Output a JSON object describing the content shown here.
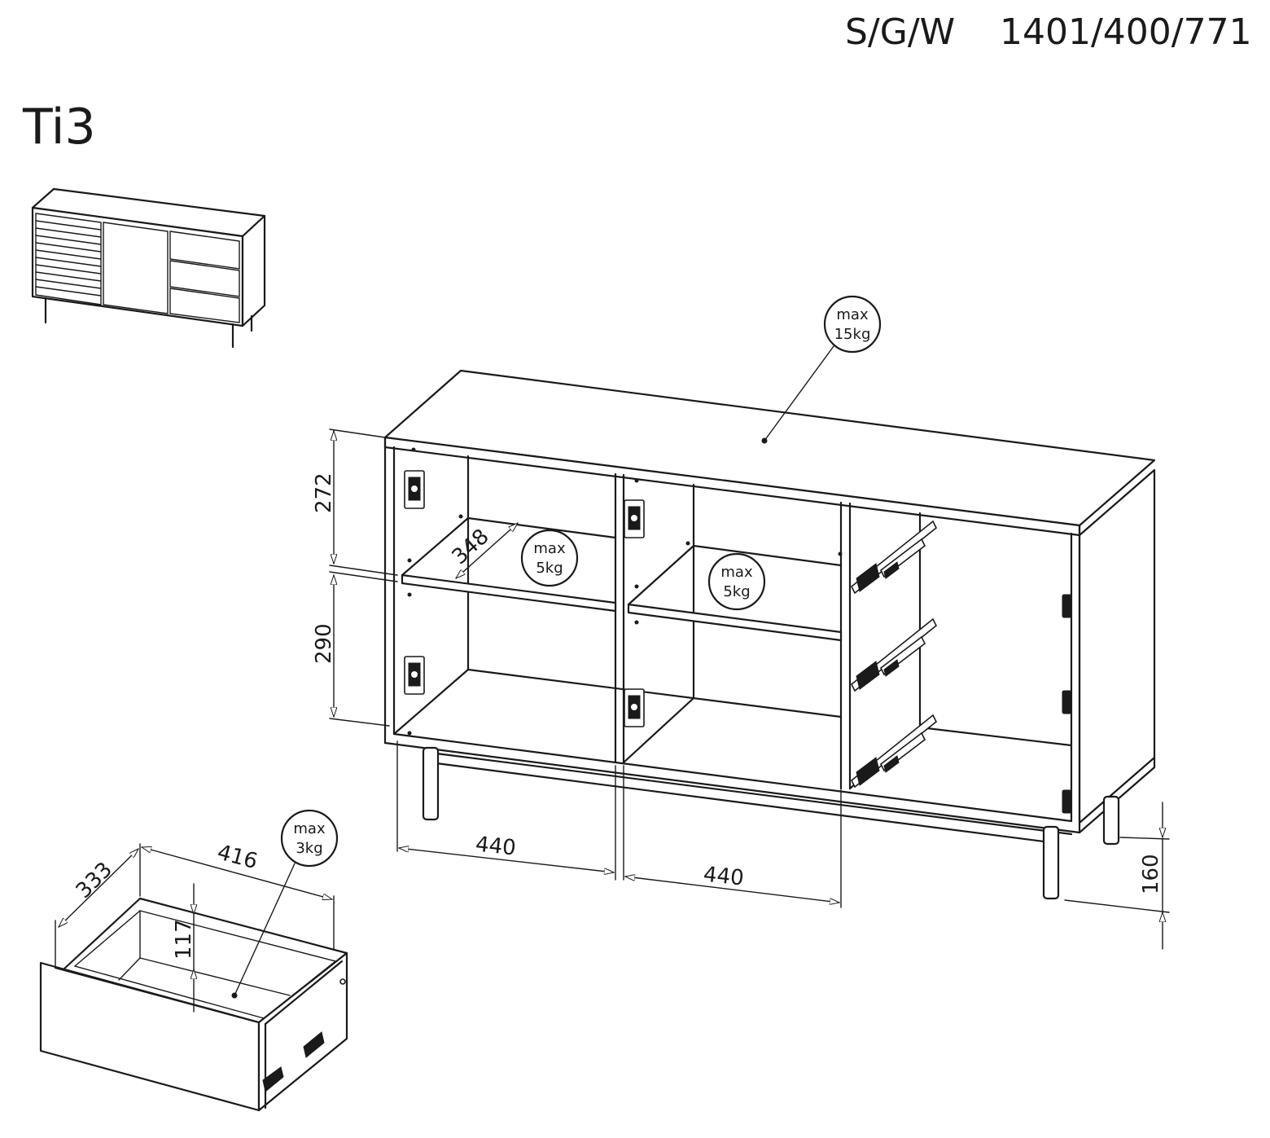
{
  "header": {
    "variant_code": "S/G/W",
    "dimensions": "1401/400/771",
    "model": "Ti3"
  },
  "load_labels": {
    "top": {
      "line1": "max",
      "line2": "15kg"
    },
    "shelf_left": {
      "line1": "max",
      "line2": "5kg"
    },
    "shelf_middle": {
      "line1": "max",
      "line2": "5kg"
    },
    "drawer": {
      "line1": "max",
      "line2": "3kg"
    }
  },
  "dimensions": {
    "upper_height": "272",
    "lower_height": "290",
    "shelf_depth": "348",
    "compartment_width_left": "440",
    "compartment_width_middle": "440",
    "leg_height": "160",
    "drawer_depth": "333",
    "drawer_width": "416",
    "drawer_height": "117"
  },
  "colors": {
    "line": "#1a1a1a",
    "background": "#ffffff"
  }
}
